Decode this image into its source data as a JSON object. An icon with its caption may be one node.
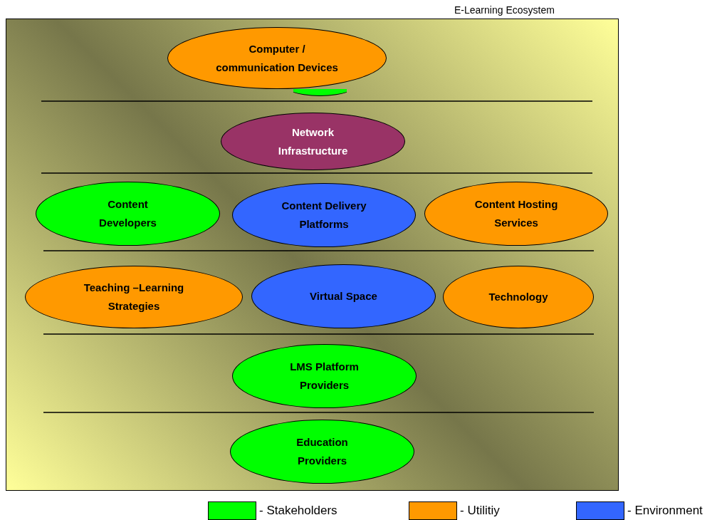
{
  "diagram": {
    "title": "E-Learning Ecosystem",
    "nodes": [
      {
        "text": [],
        "shape": "box"
      },
      {
        "text": [],
        "shape": "ellipse",
        "in": 0
      },
      {
        "text": [
          "Computer / communication Devices"
        ],
        "in": 0
      },
      {
        "text": [
          "Network Infrastructure"
        ],
        "in": 0
      },
      {
        "text": [
          "Content Developers"
        ],
        "in": 0
      },
      {
        "text": [
          "Content Delivery Platforms"
        ],
        "in": 0
      },
      {
        "text": [
          "Content Hosting Services"
        ],
        "in": 0
      },
      {
        "text": [
          "Teaching –Learning Strategies"
        ],
        "in": 0
      },
      {
        "text": [
          "Virtual Space"
        ],
        "in": 0
      },
      {
        "text": [
          "Technology"
        ],
        "in": 0
      },
      {
        "text": [
          "LMS Platform Providers"
        ],
        "in": 0
      },
      {
        "text": [
          "Education Providers"
        ],
        "in": 0
      }
    ],
    "legend": [
      {
        "text": "- Stakeholders",
        "color": "#00ff00"
      },
      {
        "text": "- Utilitiy",
        "color": "#ff9900"
      },
      {
        "text": "- Environment",
        "color": "#3366ff"
      }
    ]
  }
}
